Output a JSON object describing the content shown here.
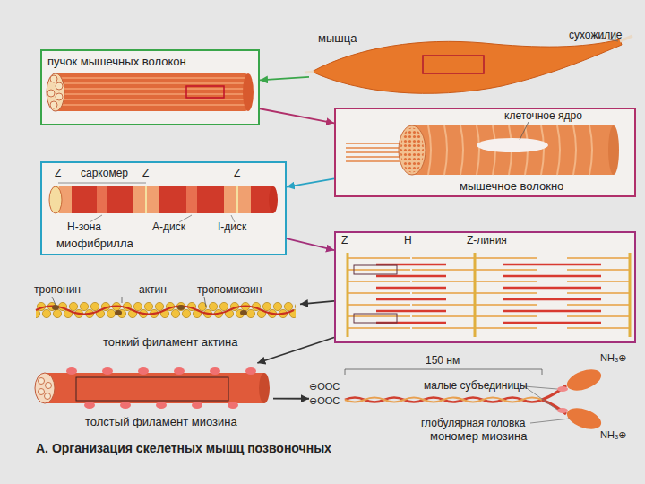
{
  "diagram": {
    "caption": "А. Организация скелетных мышц позвоночных",
    "nodes": [
      {
        "text": [
          "мышца",
          "сухожилие"
        ]
      },
      {
        "text": [
          "пучок мышечных волокон"
        ]
      },
      {
        "text": [
          "клеточное ядро",
          "мышечное волокно"
        ]
      },
      {
        "text": [
          "саркомер",
          "Z",
          "Z",
          "Z",
          "Н-зона",
          "А-диск",
          "I-диск",
          "миофибрилла"
        ]
      },
      {
        "text": [
          "Z",
          "H",
          "Z-линия"
        ]
      },
      {
        "text": [
          "тропонин",
          "актин",
          "тропомиозин",
          "тонкий филамент актина"
        ]
      },
      {
        "text": [
          "толстый филамент миозина"
        ]
      },
      {
        "text": [
          "150 нм",
          "NH₃⊕",
          "малые субъединицы",
          "⊖OOC",
          "⊖OOC",
          "глобулярная головка",
          "мономер миозина",
          "NH₃⊕"
        ]
      }
    ],
    "edges": [
      {
        "from": 0,
        "to": 1,
        "arrow": "to"
      },
      {
        "from": 1,
        "to": 2,
        "arrow": "to"
      },
      {
        "from": 2,
        "to": 3,
        "arrow": "to"
      },
      {
        "from": 3,
        "to": 4,
        "arrow": "to"
      },
      {
        "from": 4,
        "to": 5,
        "arrow": "to"
      },
      {
        "from": 4,
        "to": 6,
        "arrow": "to"
      },
      {
        "from": 6,
        "to": 7,
        "arrow": "to"
      }
    ]
  }
}
